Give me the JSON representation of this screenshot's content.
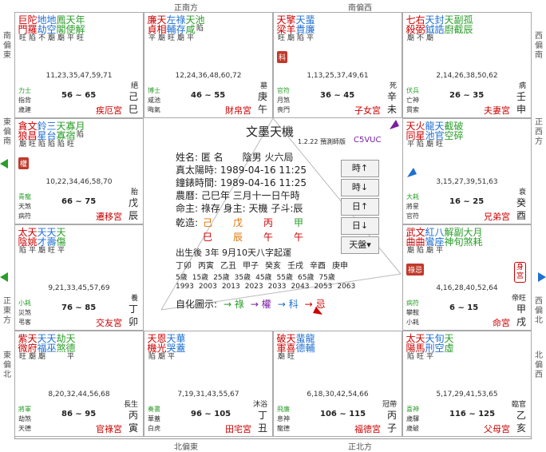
{
  "directions": {
    "top": [
      "正南方",
      "南偏西"
    ],
    "bottom": [
      "北偏東",
      "正北方"
    ],
    "left": [
      "南偏東",
      "東偏南",
      "正東方",
      "東偏北"
    ],
    "right": [
      "西偏南",
      "正西方",
      "西偏北",
      "北偏西"
    ]
  },
  "palaces": [
    {
      "name": "疾厄宮",
      "ganzhi": [
        "己",
        "巳"
      ],
      "age": "56 ~ 65",
      "nums": "11,23,35,47,59,71",
      "phase": "絕",
      "small": [
        "力士",
        "指背",
        "歲建"
      ],
      "stars": [
        {
          "n": "巨門",
          "b": "旺"
        },
        {
          "n": "陀羅",
          "b": "陷"
        },
        {
          "n": "地劫",
          "b": "不"
        },
        {
          "n": "地空",
          "b": "廟"
        },
        {
          "n": "鳳閣",
          "b": "廟"
        },
        {
          "n": "天使",
          "b": "平"
        },
        {
          "n": "年解",
          "b": "旺"
        }
      ]
    },
    {
      "name": "財帛宮",
      "ganzhi": [
        "庚",
        "午"
      ],
      "age": "46 ~ 55",
      "nums": "12,24,36,48,60,72",
      "phase": "墓",
      "small": [
        "博士",
        "咸池",
        "晦氣"
      ],
      "stars": [
        {
          "n": "廉貞",
          "b": "平"
        },
        {
          "n": "天相",
          "b": "廟"
        },
        {
          "n": "左輔",
          "b": "旺"
        },
        {
          "n": "祿存",
          "b": "廟"
        },
        {
          "n": "天咸",
          "b": "平"
        },
        {
          "n": "池",
          "b": "陷"
        }
      ]
    },
    {
      "name": "子女宮",
      "ganzhi": [
        "辛",
        "未"
      ],
      "age": "36 ~ 45",
      "nums": "1,13,25,37,49,61",
      "phase": "死",
      "small": [
        "官符",
        "月煞",
        "喪門"
      ],
      "stars": [
        {
          "n": "天梁",
          "b": "旺"
        },
        {
          "n": "擎羊",
          "b": "廟"
        },
        {
          "n": "天貴",
          "b": "陷"
        },
        {
          "n": "蜚廉",
          "b": "平"
        }
      ],
      "badge": "科"
    },
    {
      "name": "夫妻宮",
      "ganzhi": [
        "壬",
        "申"
      ],
      "age": "26 ~ 35",
      "nums": "2,14,26,38,50,62",
      "phase": "病",
      "small": [
        "伏兵",
        "亡神",
        "貫索"
      ],
      "stars": [
        {
          "n": "七殺",
          "b": "廟"
        },
        {
          "n": "右弼",
          "b": "不"
        },
        {
          "n": "天鉞",
          "b": "廟"
        },
        {
          "n": "封誥",
          "b": ""
        },
        {
          "n": "天廚",
          "b": ""
        },
        {
          "n": "副截",
          "b": ""
        },
        {
          "n": "孤辰",
          "b": ""
        }
      ]
    },
    {
      "name": "兄弟宮",
      "ganzhi": [
        "癸",
        "酉"
      ],
      "age": "16 ~ 25",
      "nums": "3,15,27,39,51,63",
      "phase": "衰",
      "small": [
        "大耗",
        "將星",
        "官符"
      ],
      "stars": [
        {
          "n": "天同",
          "b": "平"
        },
        {
          "n": "火星",
          "b": "陷"
        },
        {
          "n": "龍池",
          "b": "廟"
        },
        {
          "n": "天官",
          "b": "旺"
        },
        {
          "n": "截空",
          "b": ""
        },
        {
          "n": "破碎",
          "b": ""
        }
      ]
    },
    {
      "name": "命宮",
      "ganzhi": [
        "甲",
        "戌"
      ],
      "age": "6 ~ 15",
      "nums": "4,16,28,40,52,64",
      "phase": "帝旺",
      "small": [
        "病符",
        "攀鞍",
        "小耗"
      ],
      "body": "身宮",
      "stars": [
        {
          "n": "武曲",
          "b": "廟"
        },
        {
          "n": "文曲",
          "b": "陷"
        },
        {
          "n": "紅鸞",
          "b": "廟"
        },
        {
          "n": "八座",
          "b": "平"
        },
        {
          "n": "解神",
          "b": ""
        },
        {
          "n": "副旬",
          "b": ""
        },
        {
          "n": "大煞",
          "b": ""
        },
        {
          "n": "月耗",
          "b": ""
        }
      ],
      "badge": "祿忌"
    },
    {
      "name": "父母宮",
      "ganzhi": [
        "乙",
        "亥"
      ],
      "age": "116 ~ 125",
      "nums": "5,17,29,41,53,65",
      "phase": "臨官",
      "small": [
        "喜神",
        "歲驛",
        "歲破"
      ],
      "stars": [
        {
          "n": "太陽",
          "b": "陷"
        },
        {
          "n": "天馬",
          "b": "旺"
        },
        {
          "n": "天刑",
          "b": "平"
        },
        {
          "n": "旬空",
          "b": ""
        },
        {
          "n": "天虛",
          "b": ""
        }
      ]
    },
    {
      "name": "福德宮",
      "ganzhi": [
        "丙",
        "子"
      ],
      "age": "106 ~ 115",
      "nums": "6,18,30,42,54,66",
      "phase": "冠帶",
      "small": [
        "飛廉",
        "息神",
        "龍德"
      ],
      "stars": [
        {
          "n": "破軍",
          "b": "廟"
        },
        {
          "n": "天喜",
          "b": "旺"
        },
        {
          "n": "蜚德",
          "b": ""
        },
        {
          "n": "龍輔",
          "b": ""
        }
      ]
    },
    {
      "name": "田宅宮",
      "ganzhi": [
        "丁",
        "丑"
      ],
      "age": "96 ~ 105",
      "nums": "7,19,31,43,55,67",
      "phase": "沐浴",
      "small": [
        "奏書",
        "華蓋",
        "白虎"
      ],
      "stars": [
        {
          "n": "天機",
          "b": "陷"
        },
        {
          "n": "恩光",
          "b": "廟"
        },
        {
          "n": "天哭",
          "b": "平"
        },
        {
          "n": "華蓋",
          "b": ""
        }
      ]
    },
    {
      "name": "官祿宮",
      "ganzhi": [
        "丙",
        "寅"
      ],
      "age": "86 ~ 95",
      "nums": "8,20,32,44,56,68",
      "phase": "長生",
      "small": [
        "將軍",
        "劫煞",
        "天德"
      ],
      "stars": [
        {
          "n": "紫微",
          "b": "旺"
        },
        {
          "n": "天府",
          "b": "廟"
        },
        {
          "n": "天福",
          "b": "廟"
        },
        {
          "n": "天巫",
          "b": ""
        },
        {
          "n": "劫煞",
          "b": ""
        },
        {
          "n": "天德",
          "b": "平"
        }
      ]
    },
    {
      "name": "交友宮",
      "ganzhi": [
        "丁",
        "卯"
      ],
      "age": "76 ~ 85",
      "nums": "9,21,33,45,57,69",
      "phase": "養",
      "small": [
        "小耗",
        "災煞",
        "弔客"
      ],
      "stars": [
        {
          "n": "太陰",
          "b": "陷"
        },
        {
          "n": "天姚",
          "b": "平"
        },
        {
          "n": "天才",
          "b": "廟"
        },
        {
          "n": "天壽",
          "b": "旺"
        },
        {
          "n": "天傷",
          "b": "平"
        }
      ]
    },
    {
      "name": "遷移宮",
      "ganzhi": [
        "戊",
        "辰"
      ],
      "age": "66 ~ 75",
      "nums": "10,22,34,46,58,70",
      "phase": "胎",
      "small": [
        "青龍",
        "天煞",
        "病符"
      ],
      "stars": [
        {
          "n": "貪狼",
          "b": "廟"
        },
        {
          "n": "文昌",
          "b": "旺"
        },
        {
          "n": "鈴星",
          "b": "陷"
        },
        {
          "n": "三台",
          "b": "陷"
        },
        {
          "n": "天寡",
          "b": "陷"
        },
        {
          "n": "寡宿",
          "b": "旺"
        },
        {
          "n": "月",
          "b": "陷"
        }
      ],
      "badge": "權"
    }
  ],
  "center": {
    "title": "文墨天機",
    "version": "1.2.22 預測師版",
    "code": "C5VUC",
    "lines": [
      "姓名: 匿 名　　陰男 火六局",
      "真太陽時: 1989-04-16 11:25",
      "鐘錶時間: 1989-04-16 11:25",
      "農曆: 己巳年 三月十一日午時",
      "命主: 祿存 身主: 天機 子斗:辰"
    ],
    "qiankun_label": "乾造:",
    "stems": [
      "己",
      "戊",
      "丙",
      "甲"
    ],
    "branches": [
      "巳",
      "辰",
      "午",
      "午"
    ],
    "birth_line": "出生後 3年 9月10天八字起運",
    "dayun_ages": [
      "5歲",
      "15歲",
      "25歲",
      "35歲",
      "45歲",
      "55歲",
      "65歲",
      "75歲"
    ],
    "dayun_years": [
      "1993",
      "2003",
      "2013",
      "2023",
      "2033",
      "2043",
      "2053",
      "2063"
    ],
    "dayun_pairs": [
      "丁卯",
      "丙寅",
      "乙丑",
      "甲子",
      "癸亥",
      "壬戌",
      "辛酉",
      "庚申"
    ],
    "hua_label": "自化圖示:",
    "hua": [
      "→ 祿",
      "→ 權",
      "→ 科",
      "→ 忌"
    ]
  },
  "buttons": [
    "時↑",
    "時↓",
    "日↑",
    "日↓",
    "天盤▾"
  ],
  "colors": {
    "red": "#cc0000",
    "green": "#2a9d2a",
    "blue": "#1f6fd1",
    "purple": "#7a1fa0",
    "orange": "#e07000"
  }
}
